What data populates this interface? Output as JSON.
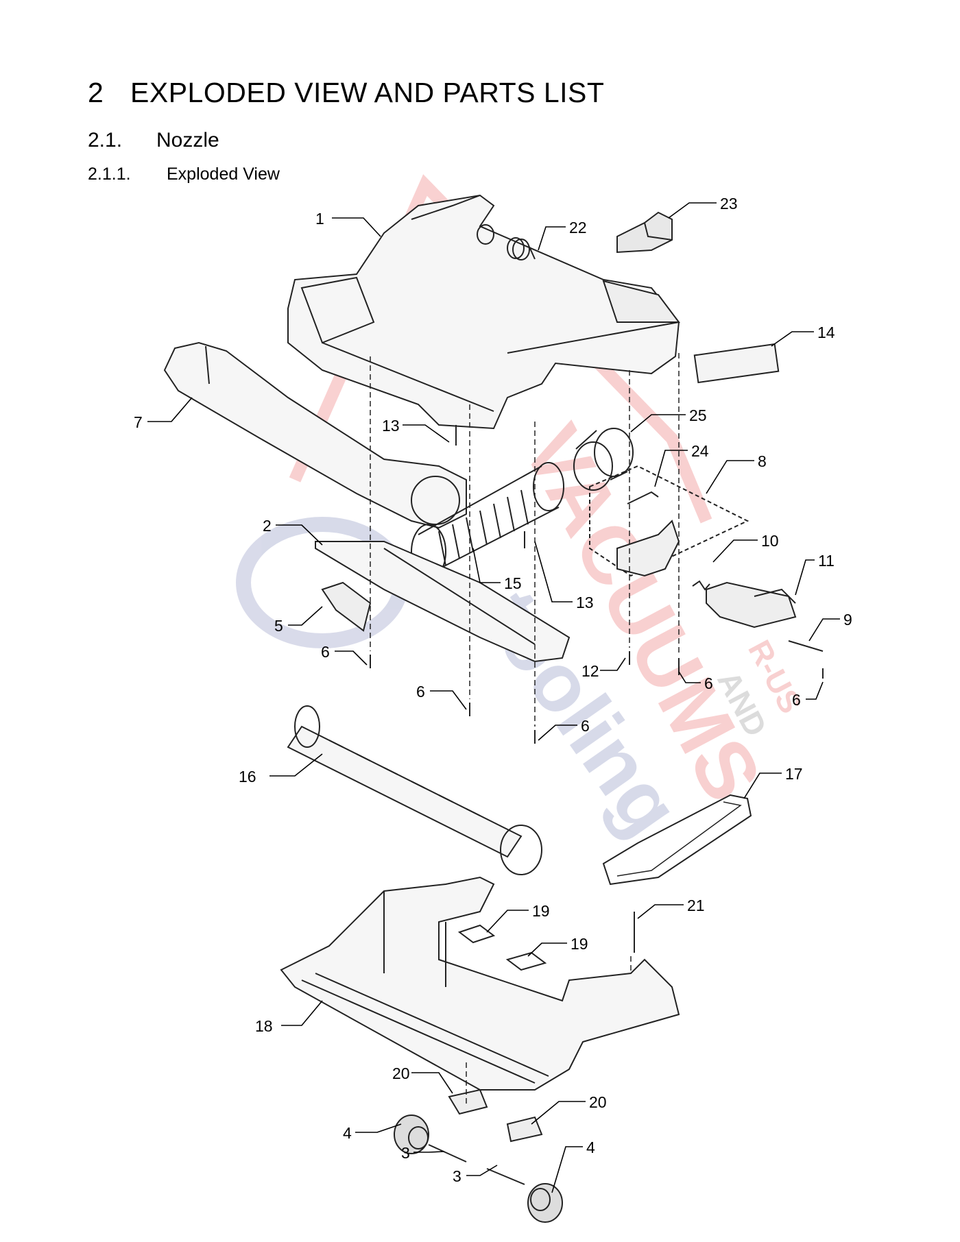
{
  "section": {
    "number": "2",
    "title": "EXPLODED VIEW AND PARTS LIST"
  },
  "subsection": {
    "number": "2.1.",
    "title": "Nozzle"
  },
  "subsubsection": {
    "number": "2.1.1.",
    "title": "Exploded View"
  },
  "callouts": [
    {
      "id": "c1",
      "label": "1"
    },
    {
      "id": "c22",
      "label": "22"
    },
    {
      "id": "c23",
      "label": "23"
    },
    {
      "id": "c14",
      "label": "14"
    },
    {
      "id": "c7",
      "label": "7"
    },
    {
      "id": "c13a",
      "label": "13"
    },
    {
      "id": "c25",
      "label": "25"
    },
    {
      "id": "c24",
      "label": "24"
    },
    {
      "id": "c8",
      "label": "8"
    },
    {
      "id": "c2",
      "label": "2"
    },
    {
      "id": "c10",
      "label": "10"
    },
    {
      "id": "c11",
      "label": "11"
    },
    {
      "id": "c15",
      "label": "15"
    },
    {
      "id": "c13b",
      "label": "13"
    },
    {
      "id": "c5",
      "label": "5"
    },
    {
      "id": "c9",
      "label": "9"
    },
    {
      "id": "c6a",
      "label": "6"
    },
    {
      "id": "c12",
      "label": "12"
    },
    {
      "id": "c6b",
      "label": "6"
    },
    {
      "id": "c6c",
      "label": "6"
    },
    {
      "id": "c6d",
      "label": "6"
    },
    {
      "id": "c6e",
      "label": "6"
    },
    {
      "id": "c16",
      "label": "16"
    },
    {
      "id": "c17",
      "label": "17"
    },
    {
      "id": "c21",
      "label": "21"
    },
    {
      "id": "c19a",
      "label": "19"
    },
    {
      "id": "c19b",
      "label": "19"
    },
    {
      "id": "c18",
      "label": "18"
    },
    {
      "id": "c20a",
      "label": "20"
    },
    {
      "id": "c20b",
      "label": "20"
    },
    {
      "id": "c4a",
      "label": "4"
    },
    {
      "id": "c4b",
      "label": "4"
    },
    {
      "id": "c3a",
      "label": "3"
    },
    {
      "id": "c3b",
      "label": "3"
    }
  ],
  "watermark": {
    "text1": "VACUUMS",
    "text2": "R-US",
    "text3": "AND",
    "text4": "tooling"
  }
}
